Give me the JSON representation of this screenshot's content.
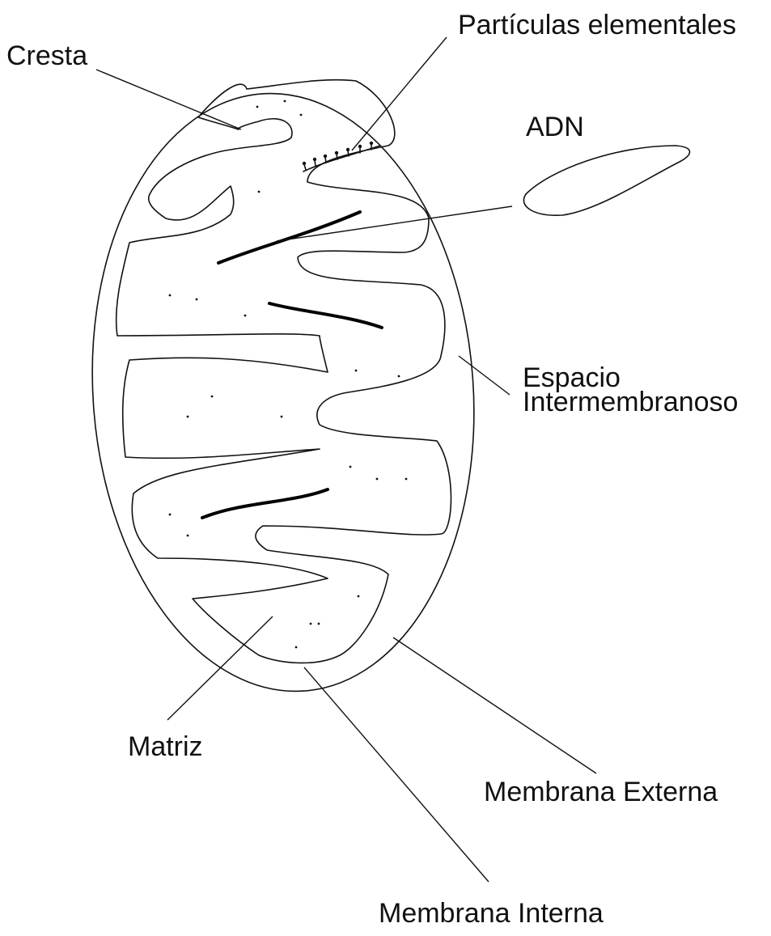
{
  "labels": {
    "cresta": "Cresta",
    "particulas": "Partículas elementales",
    "adn": "ADN",
    "espacio_line1": "Espacio",
    "espacio_line2": "Intermembranoso",
    "matriz": "Matriz",
    "membrana_externa": "Membrana Externa",
    "membrana_interna": "Membrana Interna"
  }
}
